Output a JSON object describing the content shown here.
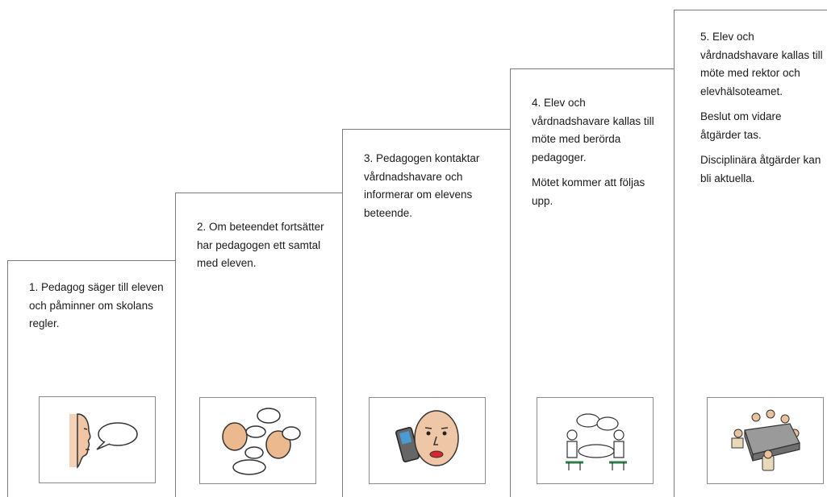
{
  "steps": [
    {
      "paragraphs": [
        "1. Pedagog säger till eleven och påminner om skolans regler."
      ],
      "icon": "speaking-face-icon"
    },
    {
      "paragraphs": [
        "2. Om beteendet fortsätter har pedagogen ett samtal med eleven."
      ],
      "icon": "conversation-icon"
    },
    {
      "paragraphs": [
        "3. Pedagogen kontaktar vårdnadshavare och informerar om elevens beteende."
      ],
      "icon": "phone-call-icon"
    },
    {
      "paragraphs": [
        "4. Elev och vårdnadshavare kallas till möte med berörda pedagoger.",
        "Mötet kommer att följas upp."
      ],
      "icon": "meeting-icon"
    },
    {
      "paragraphs": [
        "5. Elev och vårdnadshavare kallas till möte med rektor och elevhälsoteamet.",
        "Beslut om vidare åtgärder tas.",
        "Disciplinära åtgärder kan bli aktuella."
      ],
      "icon": "conference-table-icon"
    }
  ]
}
